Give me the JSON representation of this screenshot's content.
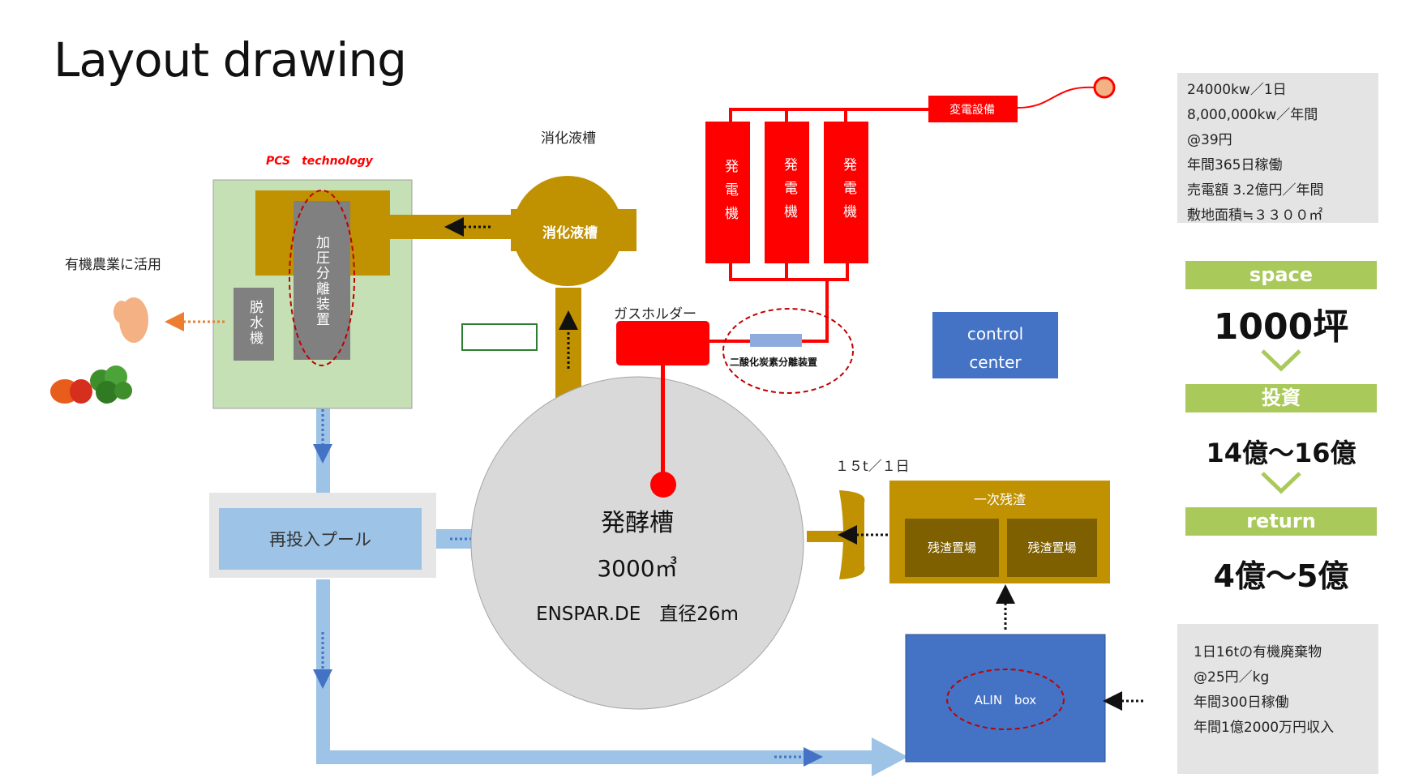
{
  "title": "Layout drawing",
  "colors": {
    "gold": "#c09100",
    "gold_dark": "#7f6000",
    "red": "#ff0000",
    "blue": "#4472c4",
    "light_blue": "#9dc3e6",
    "green_band": "#a9c95a",
    "green_box": "#c5e0b4",
    "gray_info": "#e4e4e4"
  },
  "pcs": {
    "label": "PCS　technology",
    "separator_label": "加圧分離装置",
    "dewater_label": "脱水機"
  },
  "organic_farming_label": "有機農業に活用",
  "digester_tank": {
    "caption": "消化液槽",
    "label": "消化液槽"
  },
  "generators": {
    "units": [
      "発電機",
      "発電機",
      "発電機"
    ],
    "substation_label": "変電設備"
  },
  "gas_holder": {
    "label": "ガスホルダー",
    "co2_separator_label": "二酸化炭素分離装置"
  },
  "control_center": {
    "line1": "control",
    "line2": "center"
  },
  "fermentation_tank": {
    "name": "発酵槽",
    "volume": "3000㎥",
    "spec": "ENSPAR.DE　直径26m"
  },
  "reinput_pool": {
    "label": "再投入プール"
  },
  "residue": {
    "rate_label": "１５t／１日",
    "title": "一次残渣",
    "yards": [
      "残渣置場",
      "残渣置場"
    ]
  },
  "alin_box": {
    "label": "ALIN　box"
  },
  "power_info": [
    "24000kw／1日",
    "8,000,000kw／年間",
    "@39円",
    "年間365日稼働",
    "売電額 3.2億円／年間",
    "敷地面積≒３３００㎡"
  ],
  "summary": {
    "space_label": "space",
    "space_value": "1000坪",
    "investment_label": "投資",
    "investment_value": "14億～16億",
    "return_label": "return",
    "return_value": "4億～5億"
  },
  "waste_info": [
    "1日16tの有機廃棄物",
    "@25円／kg",
    "年間300日稼働",
    "年間1億2000万円収入"
  ]
}
